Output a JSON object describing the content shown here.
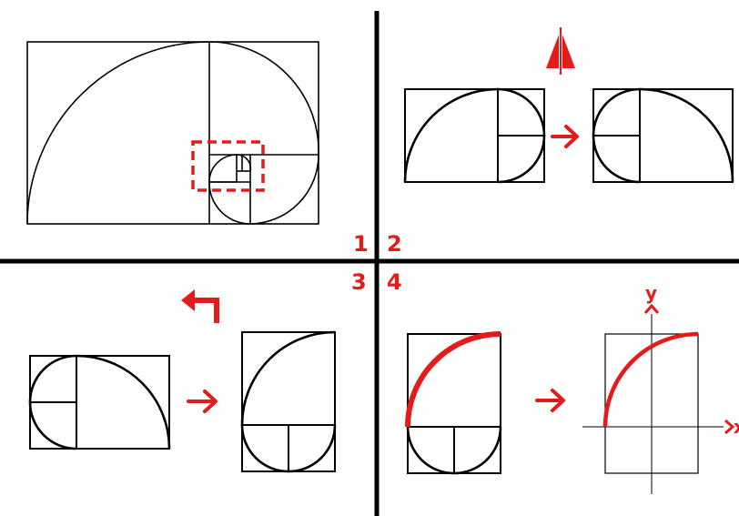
{
  "colors": {
    "accent": "#e21b1b",
    "ink": "#111111",
    "background": "#ffffff"
  },
  "quadrant_labels": [
    "1",
    "2",
    "3",
    "4"
  ],
  "icons": {
    "mirror": "mirror-flip-icon",
    "rotate": "rotate-left-arrow-icon",
    "arrow": "right-arrow-icon"
  },
  "axes": {
    "x_label": "x",
    "y_label": "y"
  }
}
